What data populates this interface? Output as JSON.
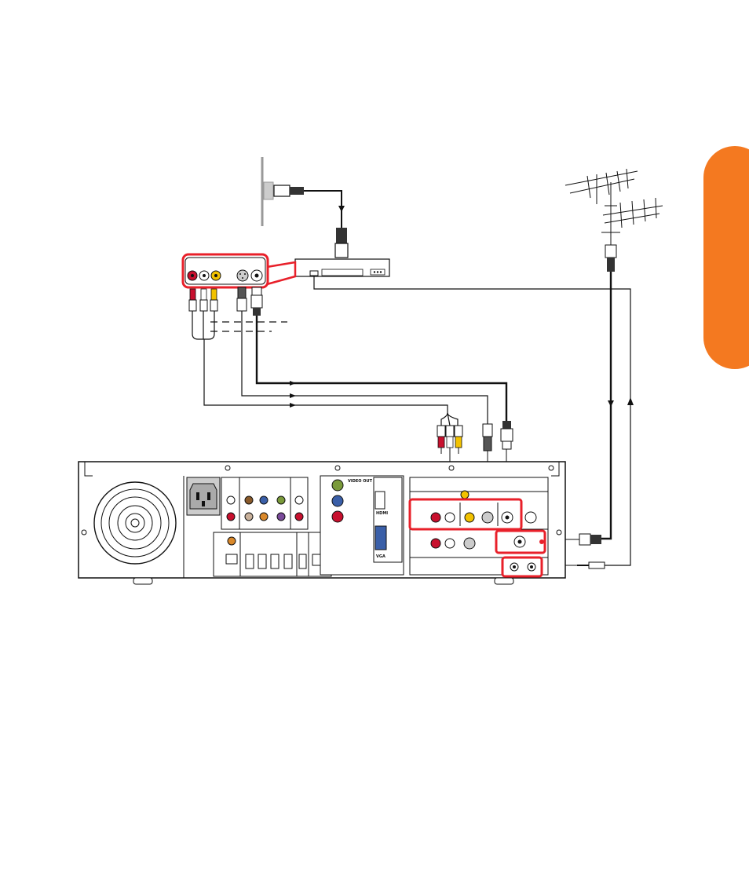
{
  "diagram": {
    "labels": {
      "video_out": "VIDEO OUT",
      "hdmi": "HDMI",
      "vga": "VGA"
    }
  },
  "colors": {
    "side_tab": "#f47920",
    "highlight": "#e8202a",
    "jack_red": "#c8102e",
    "jack_yellow": "#f2c200",
    "jack_green": "#7a9a3a",
    "jack_blue": "#3a5fa8",
    "jack_orange": "#d9882a",
    "jack_purple": "#7a4a9a",
    "jack_brown": "#8a5a2a",
    "line": "#111111"
  }
}
